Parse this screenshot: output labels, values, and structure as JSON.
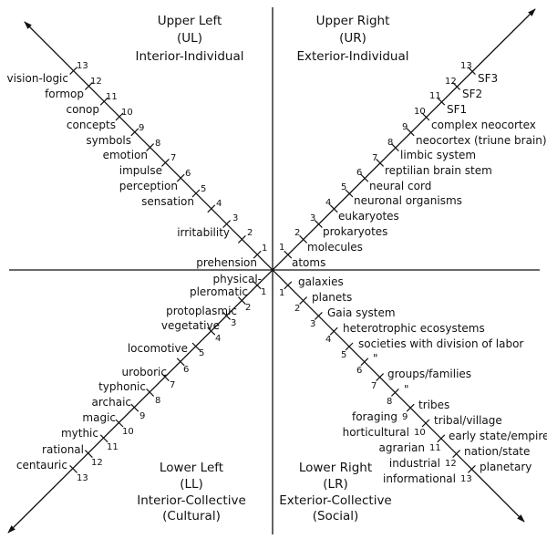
{
  "colors": {
    "ink": "#111111",
    "background": "#ffffff"
  },
  "quadrants": {
    "upper_left": {
      "lines": [
        "Upper Left",
        "(UL)",
        "Interior-Individual"
      ]
    },
    "upper_right": {
      "lines": [
        "Upper Right",
        "(UR)",
        "Exterior-Individual"
      ]
    },
    "lower_left": {
      "lines": [
        "Lower Left",
        "(LL)",
        "Interior-Collective",
        "(Cultural)"
      ]
    },
    "lower_right": {
      "lines": [
        "Lower Right",
        "(LR)",
        "Exterior-Collective",
        "(Social)"
      ]
    }
  },
  "axes": {
    "ul_numbers": [
      "1",
      "2",
      "3",
      "4",
      "5",
      "6",
      "7",
      "8",
      "9",
      "10",
      "11",
      "12",
      "13"
    ],
    "ur_numbers": [
      "1",
      "2",
      "3",
      "4",
      "5",
      "6",
      "7",
      "8",
      "9",
      "10",
      "11",
      "12",
      "13"
    ],
    "ll_numbers": [
      "1",
      "2",
      "3",
      "4",
      "5",
      "6",
      "7",
      "8",
      "9",
      "10",
      "11",
      "12",
      "13"
    ],
    "lr_numbers": [
      "1",
      "2",
      "3",
      "4",
      "5",
      "6",
      "7",
      "8",
      "9",
      "10",
      "11",
      "12",
      "13"
    ]
  },
  "labels": {
    "ul": [
      "prehension",
      "irritability",
      "sensation",
      "perception",
      "impulse",
      "emotion",
      "symbols",
      "concepts",
      "conop",
      "formop",
      "vision-logic"
    ],
    "ur": [
      "atoms",
      "molecules",
      "prokaryotes",
      "eukaryotes",
      "neuronal organisms",
      "neural cord",
      "reptilian brain stem",
      "limbic system",
      "neocortex (triune brain)",
      "complex neocortex",
      "SF1",
      "SF2",
      "SF3"
    ],
    "ll": [
      "physical-",
      "pleromatic",
      "protoplasmic",
      "vegetative",
      "locomotive",
      "uroboric",
      "typhonic",
      "archaic",
      "magic",
      "mythic",
      "rational",
      "centauric"
    ],
    "lr_right": [
      "galaxies",
      "planets",
      "Gaia system",
      "heterotrophic ecosystems",
      "societies with division of labor",
      "\"",
      "groups/families",
      "\"",
      "tribes",
      "tribal/village",
      "early state/empire",
      "nation/state",
      "planetary"
    ],
    "lr_left": [
      "foraging",
      "horticultural",
      "agrarian",
      "industrial",
      "informational"
    ]
  }
}
